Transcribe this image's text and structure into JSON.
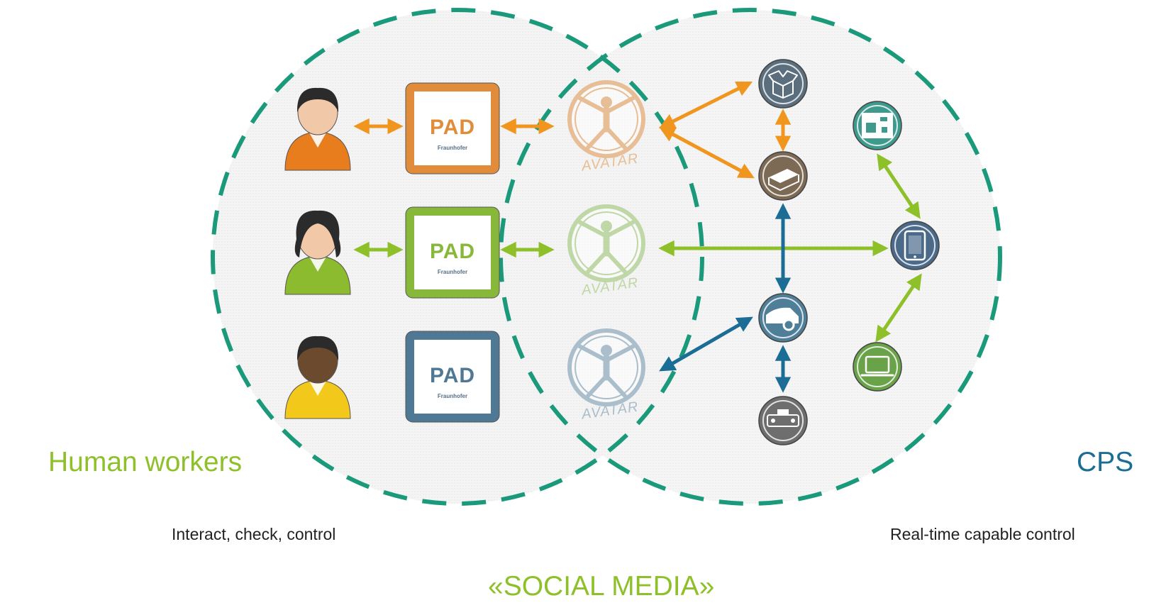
{
  "labels": {
    "left_group": "Human workers",
    "right_group": "CPS",
    "left_caption": "Interact, check, control",
    "right_caption": "Real-time capable control",
    "overlap_caption": "«SOCIAL MEDIA»"
  },
  "pads": [
    {
      "label": "PAD",
      "sub": "Fraunhofer",
      "color": "#e08c3a"
    },
    {
      "label": "PAD",
      "sub": "Fraunhofer",
      "color": "#87b83a"
    },
    {
      "label": "PAD",
      "sub": "Fraunhofer",
      "color": "#4f7895"
    }
  ],
  "avatars": [
    {
      "label": "AVATAR",
      "color": "#e5b585"
    },
    {
      "label": "AVATAR",
      "color": "#b7d39a"
    },
    {
      "label": "AVATAR",
      "color": "#9fb5c5"
    }
  ],
  "workers": [
    {
      "skin": "#f2c9a8",
      "shirt": "#e87d1e",
      "hair": "#2b2b2b"
    },
    {
      "skin": "#f2c9a8",
      "shirt": "#8dbb2f",
      "hair": "#2b2b2b"
    },
    {
      "skin": "#6b4a2e",
      "shirt": "#f2c81a",
      "hair": "#2b2b2b"
    }
  ],
  "cps_devices": [
    {
      "name": "box-icon",
      "color": "#5a6e7e"
    },
    {
      "name": "pallet-icon",
      "color": "#7d6a55"
    },
    {
      "name": "vehicle-icon",
      "color": "#4f7e98"
    },
    {
      "name": "conveyor-icon",
      "color": "#6e6e6e"
    },
    {
      "name": "package-icon",
      "color": "#3f9a8e"
    },
    {
      "name": "tablet-icon",
      "color": "#4b6a8a"
    },
    {
      "name": "laptop-icon",
      "color": "#6aa24a"
    }
  ],
  "colors": {
    "circle_border": "#1a9a7a",
    "orange": "#f0961e",
    "green": "#8ec02a",
    "blue": "#1b6d96",
    "left_label": "#8ec02a",
    "right_label": "#1b6d96",
    "overlap_label": "#8ec02a"
  }
}
